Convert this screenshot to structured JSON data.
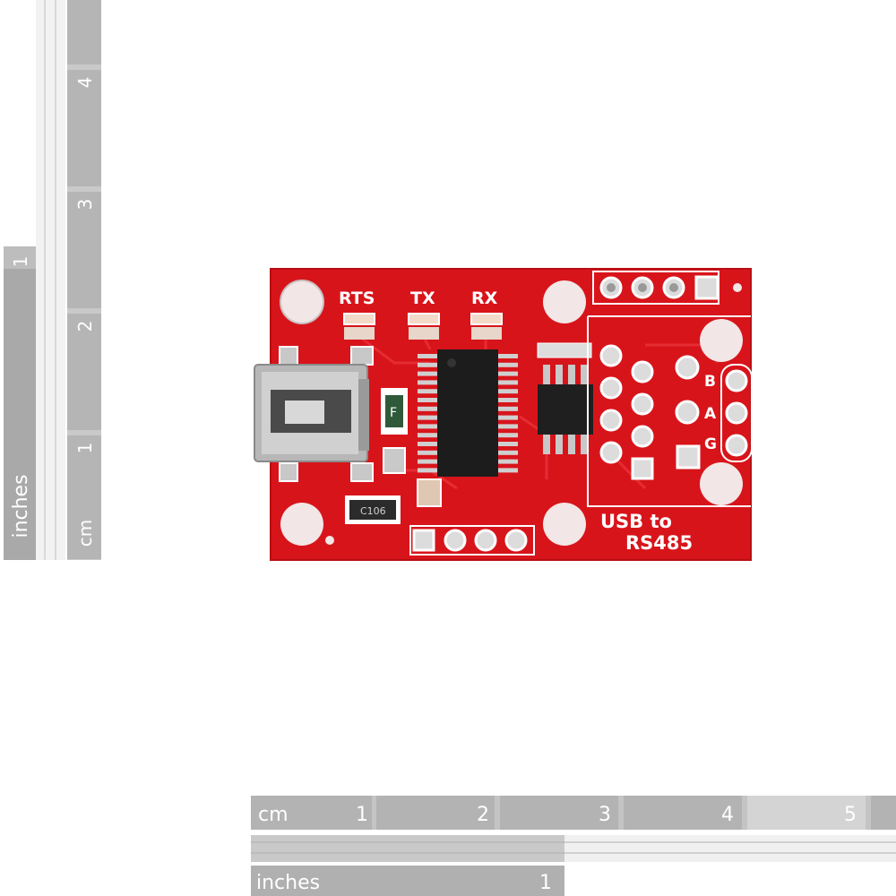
{
  "photo": {
    "subject": "SparkFun USB to RS485 converter breakout board",
    "pcb_color": "#d8141b",
    "silkscreen_color": "#ffffff"
  },
  "board": {
    "leds": [
      {
        "label": "RTS"
      },
      {
        "label": "TX"
      },
      {
        "label": "RX"
      }
    ],
    "title_line1": "USB to",
    "title_line2": "RS485",
    "terminal_labels": [
      "B",
      "A",
      "G"
    ],
    "fuse_marking": "F",
    "capacitor_marking": "C106"
  },
  "ruler_bottom": {
    "cm_label": "cm",
    "cm_numbers": [
      "1",
      "2",
      "3",
      "4",
      "5"
    ],
    "inches_label": "inches",
    "inch_numbers": [
      "1"
    ]
  },
  "ruler_left": {
    "cm_label": "cm",
    "cm_numbers": [
      "1",
      "2",
      "3",
      "4"
    ],
    "inches_label": "inches",
    "inch_numbers": [
      "1"
    ]
  }
}
